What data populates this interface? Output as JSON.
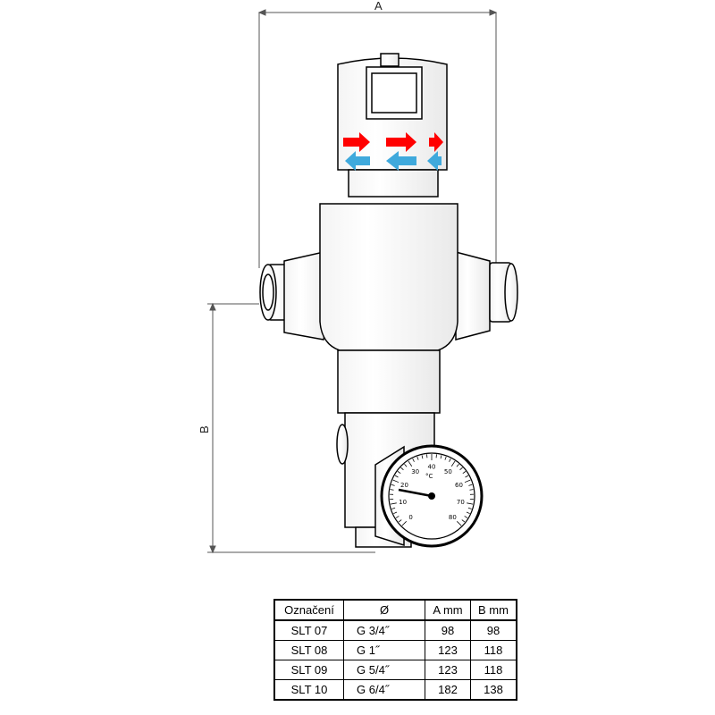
{
  "dimensions": {
    "width_label": "A",
    "height_label": "B"
  },
  "gauge": {
    "unit": "°C",
    "ticks": [
      "0",
      "10",
      "20",
      "30",
      "40",
      "50",
      "60",
      "70",
      "80"
    ]
  },
  "arrows": {
    "hot_color": "#ff0000",
    "cold_color": "#3fa9dc"
  },
  "table": {
    "headers": [
      "Označení",
      "Ø",
      "A mm",
      "B mm"
    ],
    "rows": [
      [
        "SLT 07",
        "G 3/4˝",
        "98",
        "98"
      ],
      [
        "SLT 08",
        "G 1˝",
        "123",
        "118"
      ],
      [
        "SLT 09",
        "G 5/4˝",
        "123",
        "118"
      ],
      [
        "SLT 10",
        "G 6/4˝",
        "182",
        "138"
      ]
    ]
  }
}
